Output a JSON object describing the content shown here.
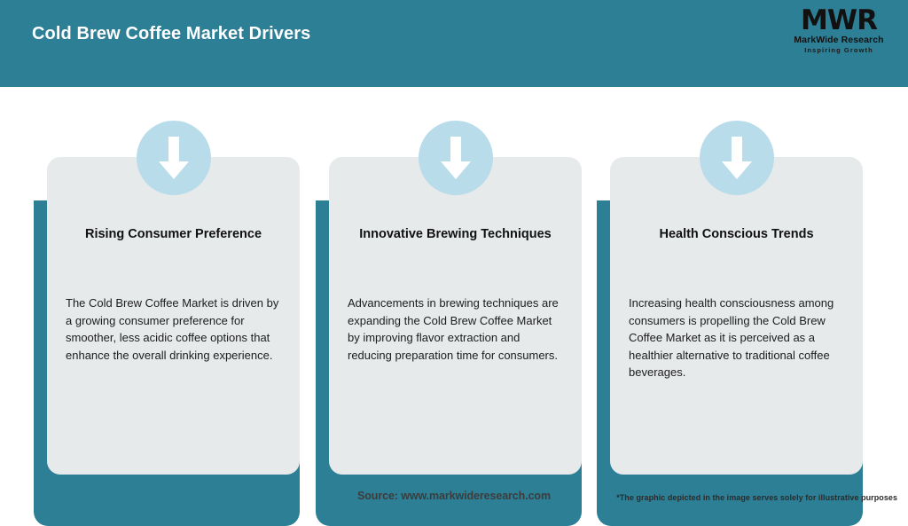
{
  "header": {
    "title": "Cold Brew Coffee Market Drivers",
    "bg_color": "#2d7f96",
    "title_color": "#ffffff"
  },
  "logo": {
    "mark": "MWR",
    "name": "MarkWide Research",
    "tagline": "Inspiring Growth"
  },
  "theme": {
    "accent": "#2d7f96",
    "card_bg": "#e7eaeb",
    "icon_circle": "#b9dcea",
    "arrow": "#ffffff"
  },
  "cards": [
    {
      "icon": "arrow-down-icon",
      "title": "Rising Consumer Preference",
      "body": "The Cold Brew Coffee Market is driven by a growing consumer preference for smoother, less acidic coffee options that enhance the overall drinking experience."
    },
    {
      "icon": "arrow-down-icon",
      "title": "Innovative Brewing Techniques",
      "body": "Advancements in brewing techniques are expanding the Cold Brew Coffee Market by improving flavor extraction and reducing preparation time for consumers."
    },
    {
      "icon": "arrow-down-icon",
      "title": "Health Conscious Trends",
      "body": "Increasing health consciousness among consumers is propelling the Cold Brew Coffee Market as it is perceived as a healthier alternative to traditional coffee beverages."
    }
  ],
  "footer": {
    "source": "Source: www.markwideresearch.com",
    "disclaimer": "*The graphic depicted in the image serves solely for illustrative purposes"
  }
}
